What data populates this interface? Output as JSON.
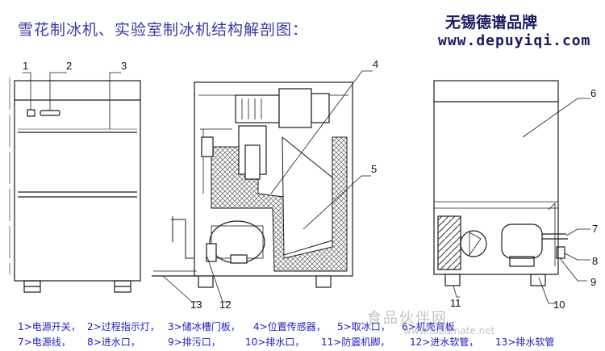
{
  "title": "雪花制冰机、实验室制冰机结构解剖图：",
  "brand": "无锡德谱品牌",
  "website": "www.depuyiqi.com",
  "watermark": {
    "cn": "食品伙伴网",
    "url": "www.foodmate.net"
  },
  "callouts": [
    "1",
    "2",
    "3",
    "4",
    "5",
    "6",
    "7",
    "8",
    "9",
    "10",
    "11",
    "12",
    "13"
  ],
  "legend_row1": [
    "1>电源开关，",
    "2>过程指示灯，",
    "3>储冰槽门板，",
    "4>位置传感器，",
    "5>取冰口，",
    "6>机壳背板"
  ],
  "legend_row2": [
    "7>电源线，",
    "8>进水口，",
    "9>排污口，",
    "10>排水口，",
    "11>防震机脚，",
    "12>进水软管，",
    "13>排水软管"
  ],
  "colors": {
    "title": "#3a3aa0",
    "legend": "#2020c0",
    "line": "#1a1a1a",
    "insulation": "#bbbbbb"
  }
}
